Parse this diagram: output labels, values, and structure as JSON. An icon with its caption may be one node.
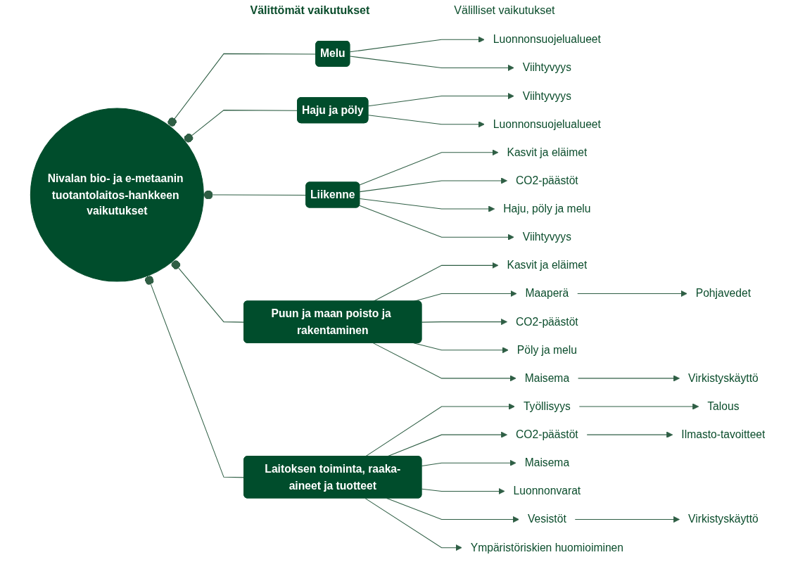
{
  "diagram": {
    "nodes": [
      {
        "text": [
          "Nivalan bio- ja e-metaanin tuotantolaitos-hankkeen vaikutukset"
        ]
      },
      {
        "text": [
          "Melu"
        ]
      },
      {
        "text": [
          "Luonnonsuojelualueet"
        ]
      },
      {
        "text": [
          "Viihtyvyys"
        ]
      },
      {
        "text": [
          "Haju ja pöly"
        ]
      },
      {
        "text": [
          "Viihtyvyys"
        ]
      },
      {
        "text": [
          "Luonnonsuojelualueet"
        ]
      },
      {
        "text": [
          "Liikenne"
        ]
      },
      {
        "text": [
          "Kasvit ja eläimet"
        ]
      },
      {
        "text": [
          "CO2-päästöt"
        ]
      },
      {
        "text": [
          "Haju, pöly ja melu"
        ]
      },
      {
        "text": [
          "Viihtyvyys"
        ]
      },
      {
        "text": [
          "Puun ja maan poisto ja rakentaminen"
        ]
      },
      {
        "text": [
          "Kasvit ja eläimet"
        ]
      },
      {
        "text": [
          "Maaperä"
        ]
      },
      {
        "text": [
          "Pohjavedet"
        ]
      },
      {
        "text": [
          "CO2-päästöt"
        ]
      },
      {
        "text": [
          "Pöly ja melu"
        ]
      },
      {
        "text": [
          "Maisema"
        ]
      },
      {
        "text": [
          "Virkistyskäyttö"
        ]
      },
      {
        "text": [
          "Laitoksen toiminta, raaka-aineet ja tuotteet"
        ]
      },
      {
        "text": [
          "Työllisyys"
        ]
      },
      {
        "text": [
          "Talous"
        ]
      },
      {
        "text": [
          "CO2-päästöt"
        ]
      },
      {
        "text": [
          "Ilmasto-tavoitteet"
        ]
      },
      {
        "text": [
          "Maisema"
        ]
      },
      {
        "text": [
          "Luonnonvarat"
        ]
      },
      {
        "text": [
          "Vesistöt"
        ]
      },
      {
        "text": [
          "Virkistyskäyttö"
        ]
      },
      {
        "text": [
          "Ympäristöriskien huomioiminen"
        ]
      }
    ],
    "edges": [
      {
        "from": 0,
        "to": 1,
        "arrow": "other"
      },
      {
        "from": 0,
        "to": 4,
        "arrow": "other"
      },
      {
        "from": 0,
        "to": 7,
        "arrow": "other"
      },
      {
        "from": 0,
        "to": 12,
        "arrow": "other"
      },
      {
        "from": 0,
        "to": 20,
        "arrow": "other"
      },
      {
        "from": 1,
        "to": 2,
        "arrow": "to"
      },
      {
        "from": 1,
        "to": 3,
        "arrow": "to"
      },
      {
        "from": 4,
        "to": 5,
        "arrow": "to"
      },
      {
        "from": 4,
        "to": 6,
        "arrow": "to"
      },
      {
        "from": 7,
        "to": 8,
        "arrow": "to"
      },
      {
        "from": 7,
        "to": 9,
        "arrow": "to"
      },
      {
        "from": 7,
        "to": 10,
        "arrow": "to"
      },
      {
        "from": 7,
        "to": 11,
        "arrow": "to"
      },
      {
        "from": 12,
        "to": 13,
        "arrow": "to"
      },
      {
        "from": 12,
        "to": 14,
        "arrow": "to"
      },
      {
        "from": 14,
        "to": 15,
        "arrow": "to"
      },
      {
        "from": 12,
        "to": 16,
        "arrow": "to"
      },
      {
        "from": 12,
        "to": 17,
        "arrow": "to"
      },
      {
        "from": 12,
        "to": 18,
        "arrow": "to"
      },
      {
        "from": 18,
        "to": 19,
        "arrow": "to"
      },
      {
        "from": 20,
        "to": 21,
        "arrow": "to"
      },
      {
        "from": 21,
        "to": 22,
        "arrow": "to"
      },
      {
        "from": 20,
        "to": 23,
        "arrow": "to"
      },
      {
        "from": 23,
        "to": 24,
        "arrow": "to"
      },
      {
        "from": 20,
        "to": 25,
        "arrow": "to"
      },
      {
        "from": 20,
        "to": 26,
        "arrow": "to"
      },
      {
        "from": 20,
        "to": 27,
        "arrow": "to"
      },
      {
        "from": 27,
        "to": 28,
        "arrow": "to"
      },
      {
        "from": 20,
        "to": 29,
        "arrow": "to"
      }
    ],
    "labels": [
      "Välittömät vaikutukset",
      "Välilliset vaikutukset"
    ]
  }
}
